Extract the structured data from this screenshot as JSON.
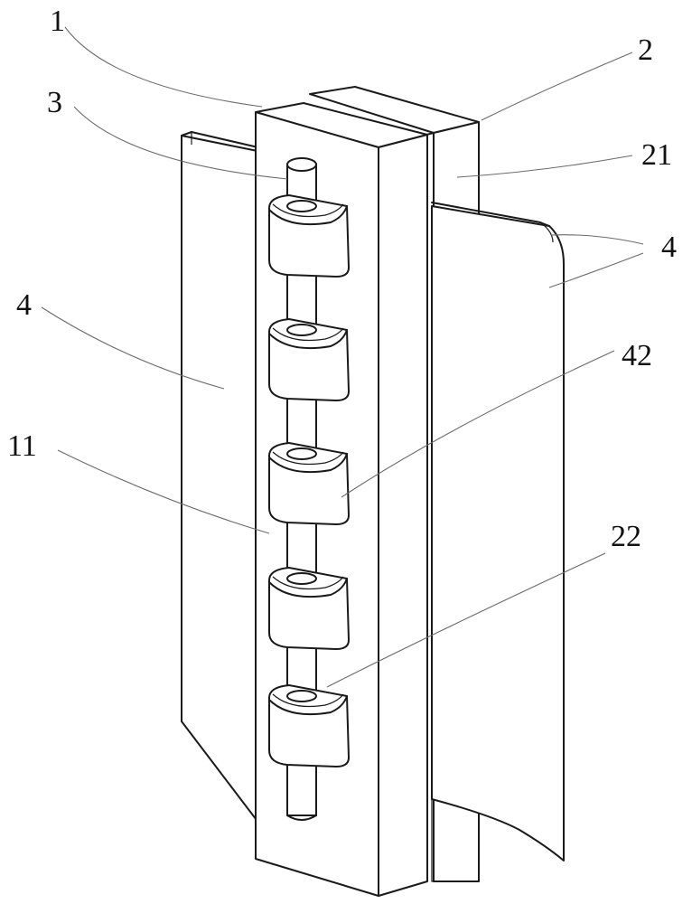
{
  "labels": {
    "l1": "1",
    "l2": "2",
    "l3": "3",
    "l21": "21",
    "l4_right": "4",
    "l4_left": "4",
    "l42": "42",
    "l11": "11",
    "l22": "22"
  },
  "colors": {
    "line": "#1a1a1a",
    "leader": "#6a6a6a",
    "background": "#ffffff"
  }
}
